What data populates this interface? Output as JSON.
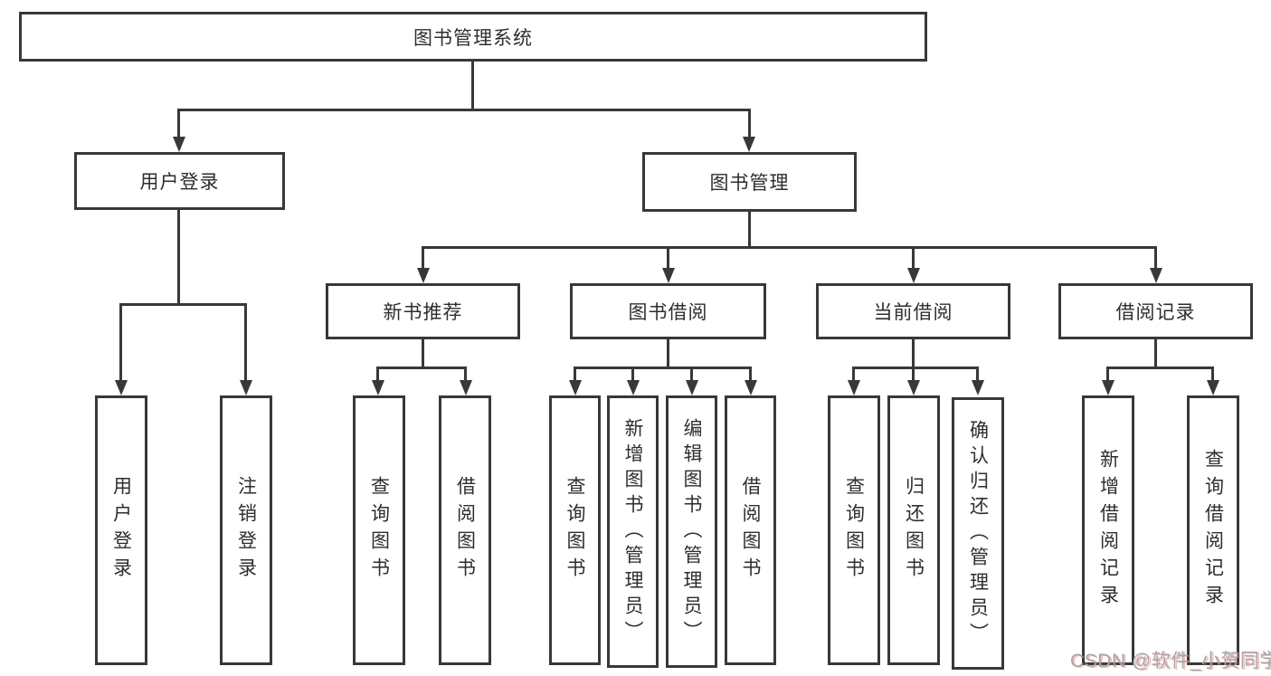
{
  "diagram_type": "hierarchy-tree",
  "tree": {
    "label": "图书管理系统",
    "children": [
      {
        "label": "用户登录",
        "children": [
          {
            "label": "用户登录"
          },
          {
            "label": "注销登录"
          }
        ]
      },
      {
        "label": "图书管理",
        "children": [
          {
            "label": "新书推荐",
            "children": [
              {
                "label": "查询图书"
              },
              {
                "label": "借阅图书"
              }
            ]
          },
          {
            "label": "图书借阅",
            "children": [
              {
                "label": "查询图书"
              },
              {
                "label": "新增图书（管理员）"
              },
              {
                "label": "编辑图书（管理员）"
              },
              {
                "label": "借阅图书"
              }
            ]
          },
          {
            "label": "当前借阅",
            "children": [
              {
                "label": "查询图书"
              },
              {
                "label": "归还图书"
              },
              {
                "label": "确认归还（管理员）"
              }
            ]
          },
          {
            "label": "借阅记录",
            "children": [
              {
                "label": "新增借阅记录"
              },
              {
                "label": "查询借阅记录"
              }
            ]
          }
        ]
      }
    ]
  },
  "watermark": {
    "text": "CSDN @软件_小贺同学"
  },
  "colors": {
    "line": "#383838",
    "text": "#2e2e2e",
    "background": "#ffffff",
    "watermark_gray": "#a6a6a6",
    "watermark_accent": "#e06e6e"
  }
}
